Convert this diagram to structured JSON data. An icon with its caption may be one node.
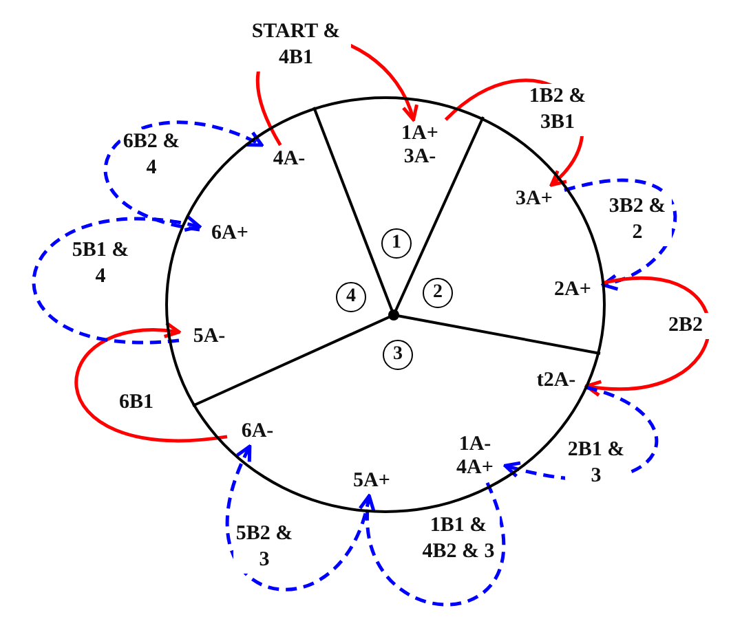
{
  "diagram": {
    "nodes": [
      {
        "text": [],
        "shape": "circle"
      },
      {
        "text": [
          "4A-"
        ],
        "in": 0
      },
      {
        "text": [
          "1A+ 3A-"
        ],
        "in": 0
      },
      {
        "text": [
          "3A+"
        ],
        "in": 0
      },
      {
        "text": [
          "2A+"
        ],
        "in": 0
      },
      {
        "text": [
          "t2A-"
        ],
        "in": 0
      },
      {
        "text": [
          "1A- 4A+"
        ],
        "in": 0
      },
      {
        "text": [
          "5A+"
        ],
        "in": 0
      },
      {
        "text": [
          "6A-"
        ],
        "in": 0
      },
      {
        "text": [
          "5A-"
        ],
        "in": 0
      },
      {
        "text": [
          "6A+"
        ],
        "in": 0
      },
      {
        "text": [
          "1"
        ],
        "in": 0
      },
      {
        "text": [
          "2"
        ],
        "in": 0
      },
      {
        "text": [
          "3"
        ],
        "in": 0
      },
      {
        "text": [
          "4"
        ],
        "in": 0
      }
    ],
    "edges": [
      {
        "from": 1,
        "to": 2,
        "arrow": "to",
        "label": "START & 4B1",
        "color": "#ff0000"
      },
      {
        "from": 2,
        "to": 3,
        "arrow": "to",
        "label": "1B2 & 3B1",
        "color": "#ff0000"
      },
      {
        "from": 3,
        "to": 4,
        "arrow": "to",
        "label": "3B2 & 2",
        "style": "dashed"
      },
      {
        "from": 4,
        "to": 5,
        "arrow": "to",
        "label": "2B2",
        "color": "#ff0000"
      },
      {
        "from": 5,
        "to": 6,
        "arrow": "to",
        "label": "2B1 & 3",
        "style": "dashed"
      },
      {
        "from": 6,
        "to": 7,
        "arrow": "to",
        "label": "1B1 & 4B2 & 3",
        "style": "dashed"
      },
      {
        "from": 7,
        "to": 8,
        "arrow": "to",
        "label": "5B2 & 3",
        "style": "dashed"
      },
      {
        "from": 8,
        "to": 9,
        "arrow": "to",
        "label": "6B1",
        "color": "#ff0000"
      },
      {
        "from": 9,
        "to": 10,
        "arrow": "to",
        "label": "5B1 & 4",
        "style": "dashed"
      },
      {
        "from": 10,
        "to": 1,
        "arrow": "to",
        "label": "6B2 & 4",
        "style": "dashed"
      }
    ]
  }
}
